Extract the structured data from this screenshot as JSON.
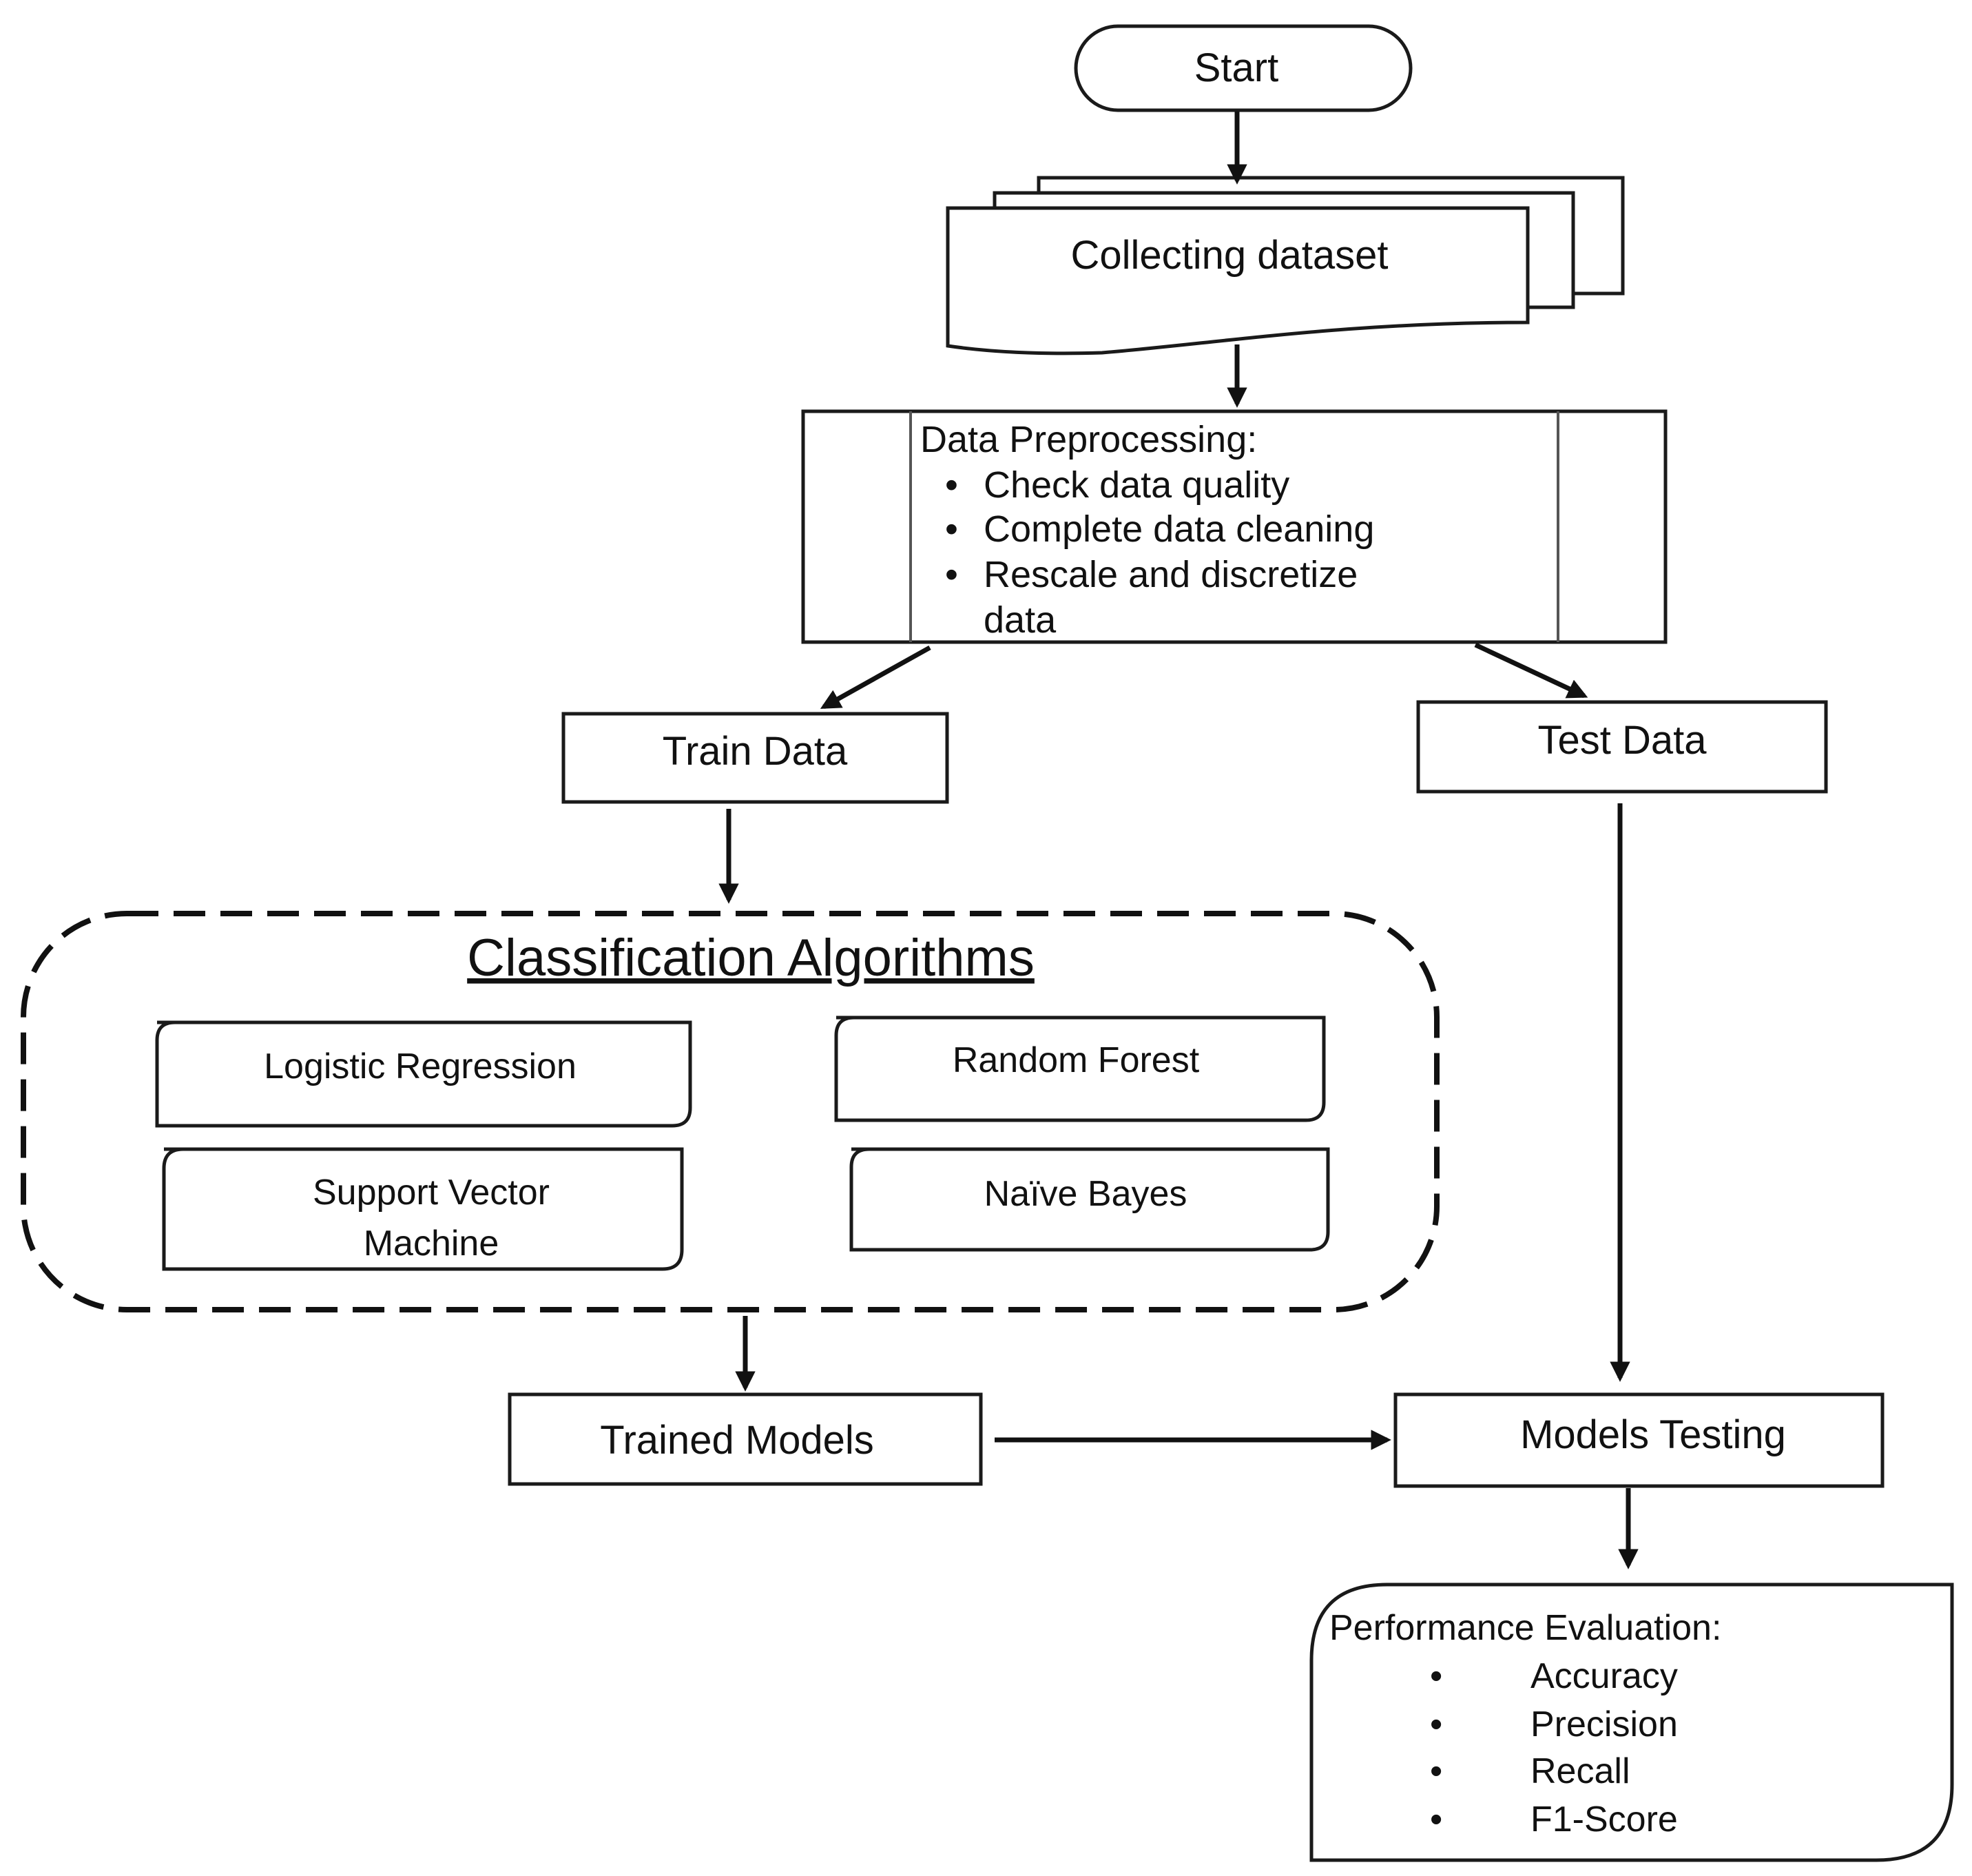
{
  "start": {
    "label": "Start"
  },
  "collect": {
    "label": "Collecting dataset"
  },
  "preprocess": {
    "title": "Data Preprocessing:",
    "items": [
      "Check data quality",
      "Complete data cleaning",
      "Rescale and discretize",
      "data"
    ]
  },
  "train": {
    "label": "Train Data"
  },
  "test": {
    "label": "Test Data"
  },
  "algorithms": {
    "title": "Classification Algorithms",
    "items": [
      "Logistic Regression",
      "Random Forest",
      "Support Vector",
      "Machine",
      "Naïve Bayes"
    ]
  },
  "trained": {
    "label": "Trained Models"
  },
  "testing": {
    "label": "Models Testing"
  },
  "evaluation": {
    "title": "Performance Evaluation:",
    "metrics": [
      "Accuracy",
      "Precision",
      "Recall",
      "F1-Score"
    ]
  },
  "bullet": "•"
}
